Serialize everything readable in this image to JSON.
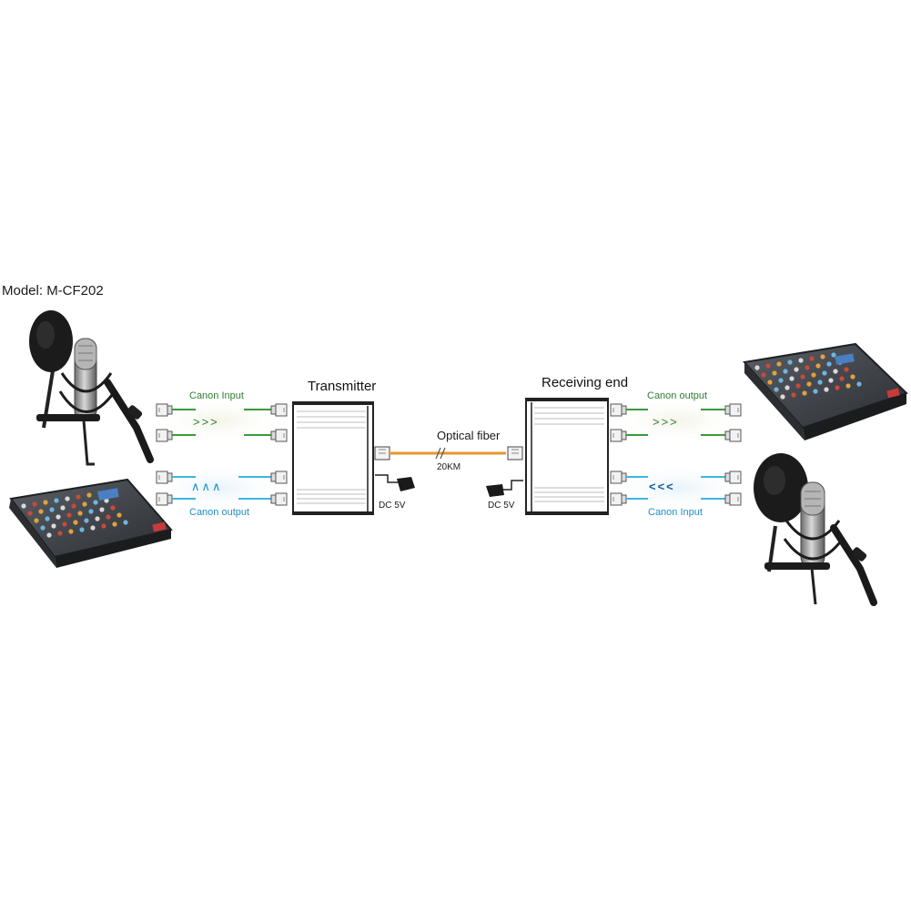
{
  "model_label": "Model: M-CF202",
  "transmitter": {
    "title": "Transmitter",
    "power_label": "DC 5V"
  },
  "receiver": {
    "title": "Receiving end",
    "power_label": "DC 5V"
  },
  "fiber": {
    "label": "Optical fiber",
    "distance": "20KM"
  },
  "left_side": {
    "input_label": "Canon Input",
    "input_arrows": ">>>",
    "output_label": "Canon output",
    "output_arrows": "∧∧∧"
  },
  "right_side": {
    "output_label": "Canon output",
    "output_arrows": ">>>",
    "input_label": "Canon Input",
    "input_arrows": "<<<"
  },
  "colors": {
    "input_line": "#3a9a3a",
    "output_line": "#3fb6e0",
    "fiber_line": "#e8962f",
    "box_stroke": "#222222"
  },
  "icons": [
    "microphone-icon",
    "audio-mixer-icon",
    "xlr-connector-icon",
    "power-adapter-icon",
    "fiber-connector-icon"
  ]
}
